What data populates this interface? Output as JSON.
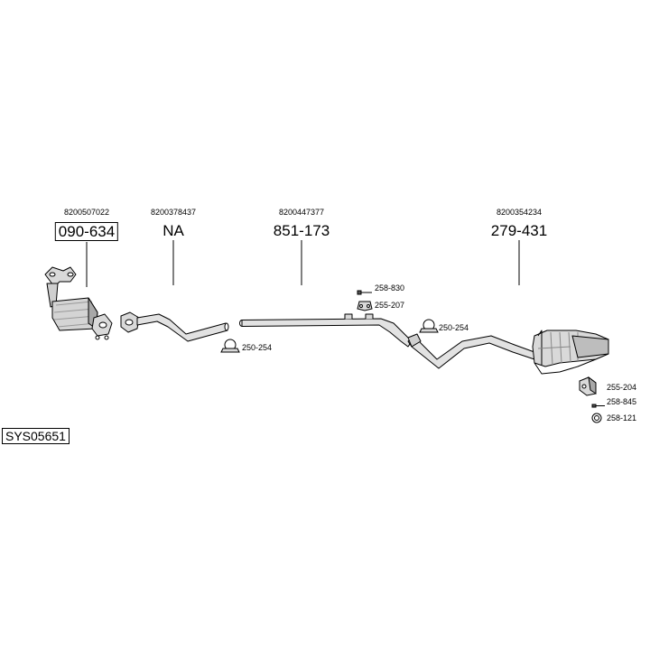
{
  "system_code": "SYS05651",
  "main_parts": [
    {
      "oe": "8200507022",
      "part": "090-634",
      "highlighted": true
    },
    {
      "oe": "8200378437",
      "part": "NA",
      "highlighted": false
    },
    {
      "oe": "8200447377",
      "part": "851-173",
      "highlighted": false
    },
    {
      "oe": "8200354234",
      "part": "279-431",
      "highlighted": false
    }
  ],
  "small_parts": [
    {
      "part": "258-830",
      "icon": "bolt-icon"
    },
    {
      "part": "255-207",
      "icon": "rubber-hanger-icon"
    },
    {
      "part": "250-254",
      "icon": "pipe-clamp-icon"
    },
    {
      "part": "250-254",
      "icon": "pipe-clamp-icon"
    },
    {
      "part": "255-204",
      "icon": "rubber-mount-icon"
    },
    {
      "part": "258-845",
      "icon": "bolt-icon"
    },
    {
      "part": "258-121",
      "icon": "gasket-ring-icon"
    }
  ],
  "colors": {
    "line": "#000000",
    "part_fill": "#d9d9d9",
    "part_shade": "#a8a8a8",
    "background": "#ffffff"
  }
}
